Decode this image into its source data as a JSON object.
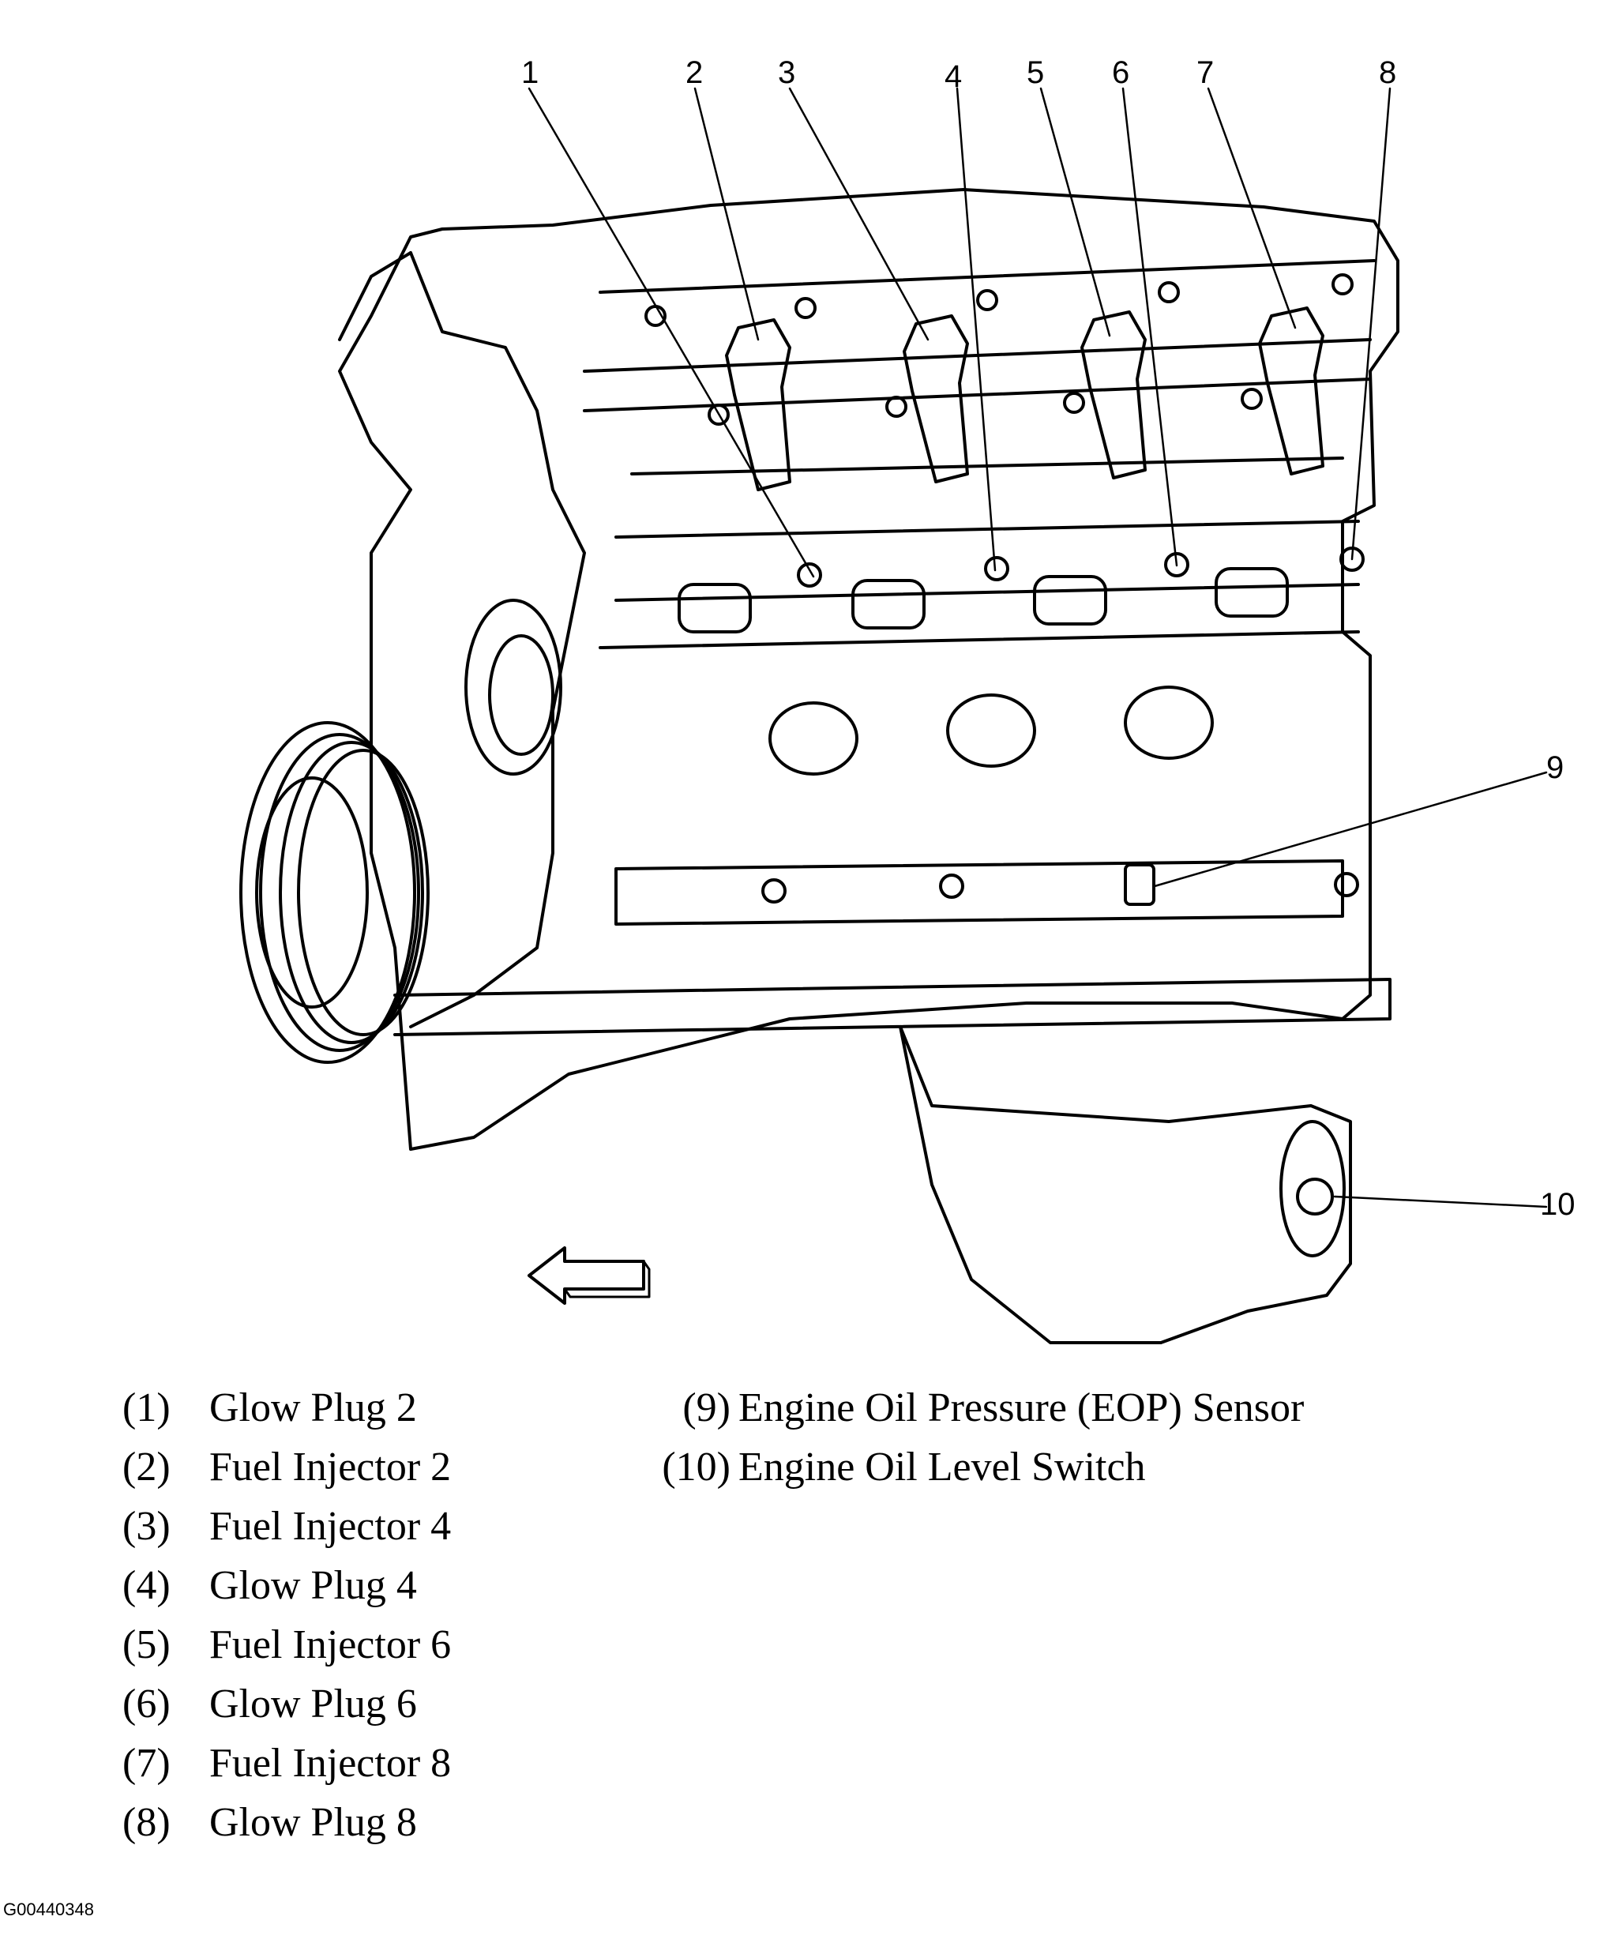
{
  "callouts": [
    "1",
    "2",
    "3",
    "4",
    "5",
    "6",
    "7",
    "8",
    "9",
    "10"
  ],
  "legend": {
    "left": [
      {
        "num": "(1)",
        "label": "Glow Plug 2"
      },
      {
        "num": "(2)",
        "label": "Fuel Injector 2"
      },
      {
        "num": "(3)",
        "label": "Fuel Injector 4"
      },
      {
        "num": "(4)",
        "label": "Glow Plug 4"
      },
      {
        "num": "(5)",
        "label": "Fuel Injector 6"
      },
      {
        "num": "(6)",
        "label": "Glow Plug 6"
      },
      {
        "num": "(7)",
        "label": "Fuel Injector 8"
      },
      {
        "num": "(8)",
        "label": "Glow Plug 8"
      }
    ],
    "right": [
      {
        "num": "(9)",
        "label": "Engine Oil Pressure (EOP) Sensor"
      },
      {
        "num": "(10)",
        "label": "Engine Oil Level Switch"
      }
    ]
  },
  "figure_id": "G00440348",
  "colors": {
    "ink": "#000000",
    "paper": "#ffffff"
  },
  "icons": [
    "front-direction-arrow-icon"
  ]
}
